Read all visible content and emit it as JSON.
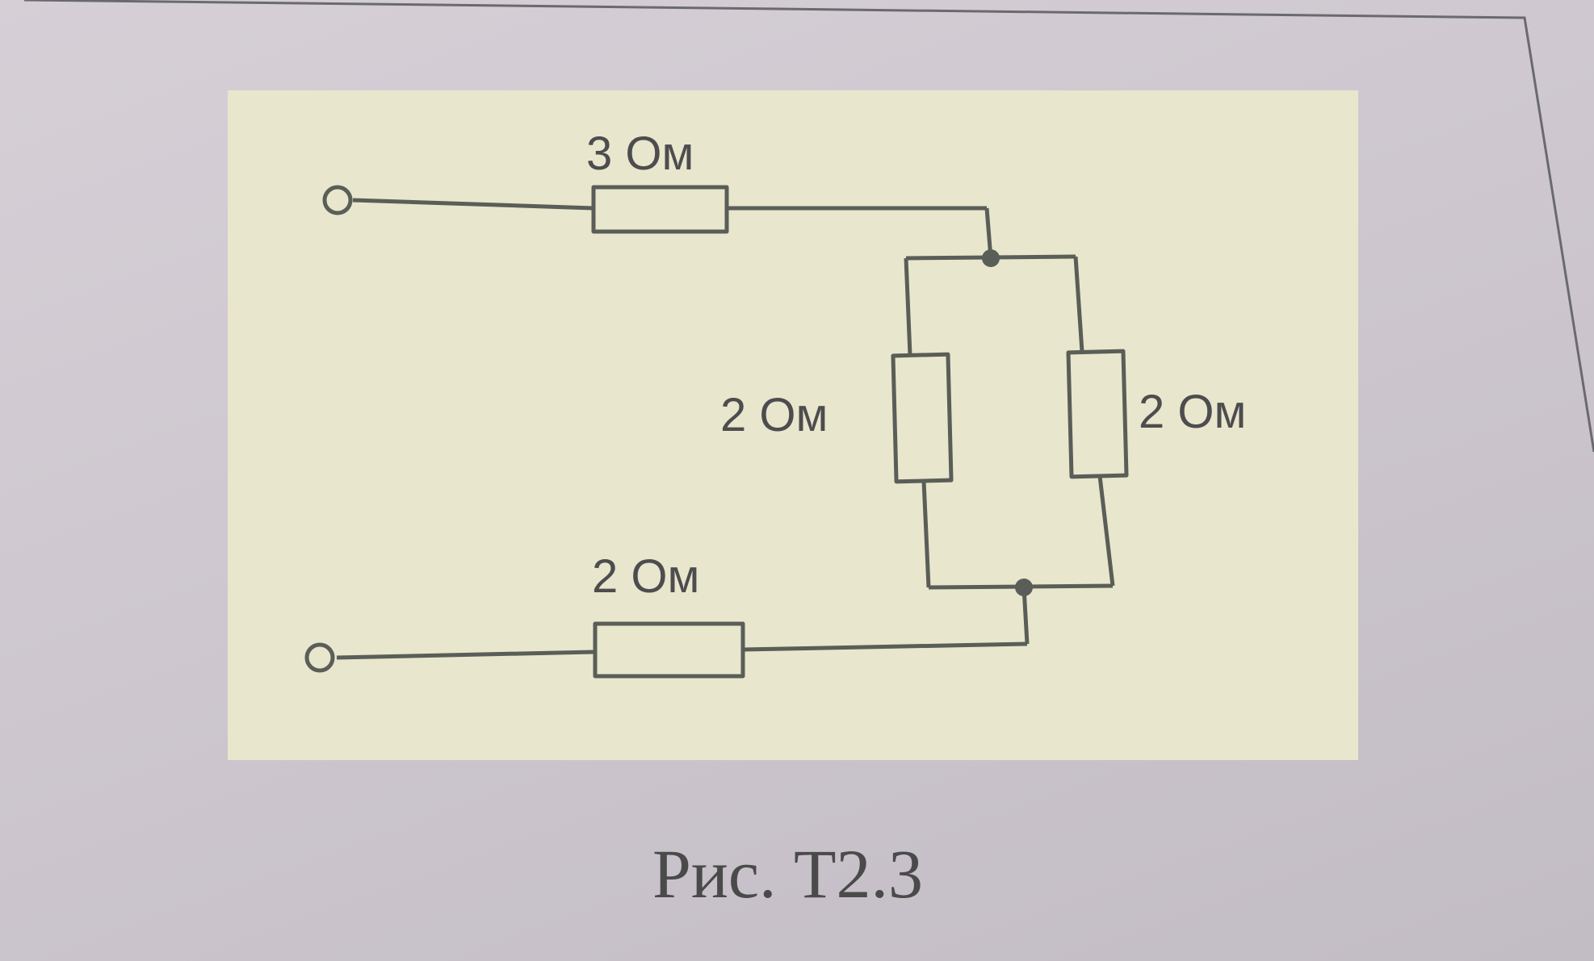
{
  "circuit": {
    "resistors": [
      {
        "id": "R1",
        "label": "3 Ом"
      },
      {
        "id": "R2",
        "label": "2 Ом"
      },
      {
        "id": "R3",
        "label": "2 Ом"
      },
      {
        "id": "R4",
        "label": "2 Ом"
      }
    ]
  },
  "caption": "Рис.  Т2.3",
  "colors": {
    "panel": "#e8e6cc",
    "page": "#d3ccd3",
    "ink": "#5a5e58"
  }
}
